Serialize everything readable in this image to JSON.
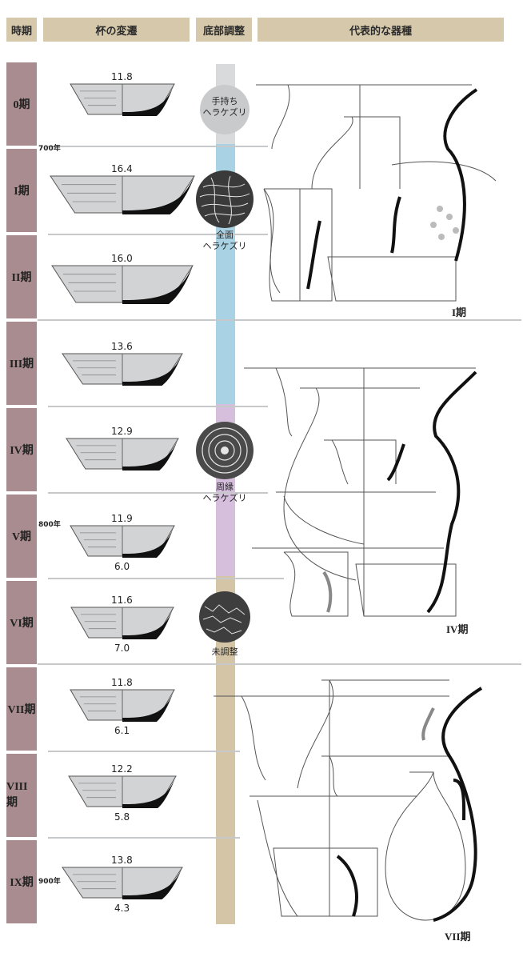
{
  "headers": {
    "period": "時期",
    "cup": "杯の変遷",
    "base": "底部調整",
    "vessels": "代表的な器種"
  },
  "periods": [
    "0期",
    "I期",
    "II期",
    "III期",
    "IV期",
    "V期",
    "VI期",
    "VII期",
    "VIII期",
    "IX期"
  ],
  "years": [
    "700年",
    "800年",
    "900年"
  ],
  "cups": [
    {
      "rim": "11.8",
      "base": ""
    },
    {
      "rim": "16.4",
      "base": ""
    },
    {
      "rim": "16.0",
      "base": ""
    },
    {
      "rim": "13.6",
      "base": ""
    },
    {
      "rim": "12.9",
      "base": ""
    },
    {
      "rim": "11.9",
      "base": "6.0"
    },
    {
      "rim": "11.6",
      "base": "7.0"
    },
    {
      "rim": "11.8",
      "base": "6.1"
    },
    {
      "rim": "12.2",
      "base": "5.8"
    },
    {
      "rim": "13.8",
      "base": "4.3"
    }
  ],
  "base_methods": {
    "hand_held": "手持ち\nヘラケズリ",
    "full_surface": "全面\nヘラケズリ",
    "periphery": "周縁\nヘラケズリ",
    "unadjusted": "未調整"
  },
  "vessel_groups": [
    "I期",
    "IV期",
    "VII期"
  ],
  "colors": {
    "header_bg": "#d6c8aa",
    "period_bg": "#a98c8f",
    "bar_gray": "#d9dadc",
    "bar_blue": "#a9d3e4",
    "bar_purple": "#d6bedd",
    "bar_tan": "#d3c5a6",
    "cup_fill": "#d2d3d5"
  }
}
